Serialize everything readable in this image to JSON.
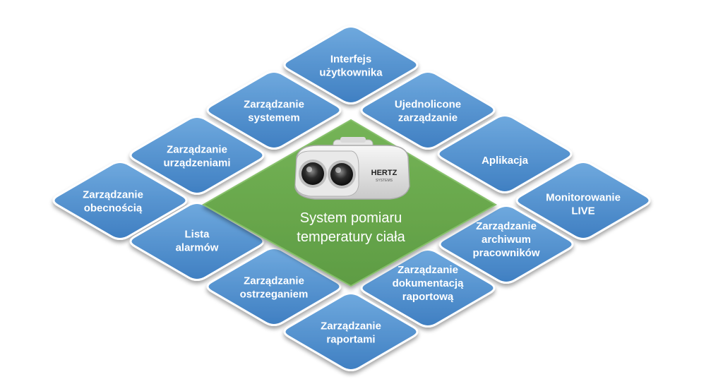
{
  "center": {
    "lines": [
      "System pomiaru",
      "temperatury ciała"
    ],
    "camera": {
      "brand": "HERTZ",
      "sub": "SYSTEMS"
    }
  },
  "colors": {
    "tile": "#4f8fcf",
    "tile_light": "#6ba6dc",
    "center": "#6aa84f",
    "text": "#ffffff"
  },
  "tiles": [
    {
      "name": "tile-interfejs-uzytkownika",
      "lines": [
        "Interfejs",
        "użytkownika"
      ]
    },
    {
      "name": "tile-zarzadzanie-systemem",
      "lines": [
        "Zarządzanie",
        "systemem"
      ]
    },
    {
      "name": "tile-ujednolicone-zarzadzanie",
      "lines": [
        "Ujednolicone",
        "zarządzanie"
      ]
    },
    {
      "name": "tile-zarzadzanie-urzadzeniami",
      "lines": [
        "Zarządzanie",
        "urządzeniami"
      ]
    },
    {
      "name": "tile-aplikacja",
      "lines": [
        "Aplikacja"
      ]
    },
    {
      "name": "tile-zarzadzanie-obecnoscia",
      "lines": [
        "Zarządzanie",
        "obecnością"
      ]
    },
    {
      "name": "tile-monitorowanie-live",
      "lines": [
        "Monitorowanie",
        "LIVE"
      ]
    },
    {
      "name": "tile-lista-alarmow",
      "lines": [
        "Lista",
        "alarmów"
      ]
    },
    {
      "name": "tile-zarzadzanie-archiwum",
      "lines": [
        "Zarządzanie",
        "archiwum",
        "pracowników"
      ]
    },
    {
      "name": "tile-zarzadzanie-ostrzeganiem",
      "lines": [
        "Zarządzanie",
        "ostrzeganiem"
      ]
    },
    {
      "name": "tile-zarzadzanie-dokumentacja",
      "lines": [
        "Zarządzanie",
        "dokumentacją",
        "raportową"
      ]
    },
    {
      "name": "tile-zarzadzanie-raportami",
      "lines": [
        "Zarządzanie",
        "raportami"
      ]
    }
  ]
}
